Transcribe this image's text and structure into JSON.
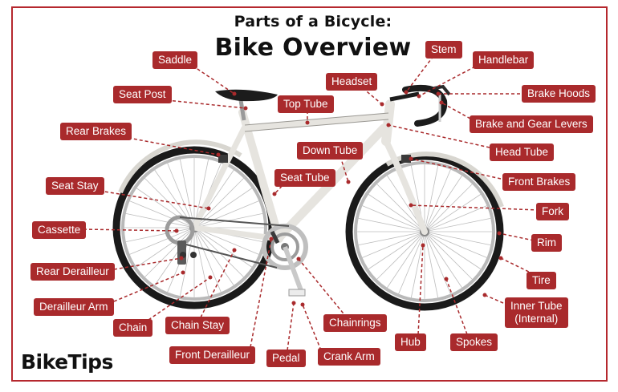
{
  "title_line1": "Parts of a Bicycle:",
  "title_line2": "Bike Overview",
  "brand": "BikeTips",
  "colors": {
    "label_bg": "#a92a2c",
    "border": "#b5282e",
    "leader": "#a92a2c",
    "frame_paint": "#e6e4df",
    "tire": "#1a1a1a"
  },
  "labels": {
    "saddle": "Saddle",
    "seat_post": "Seat Post",
    "rear_brakes": "Rear Brakes",
    "seat_stay": "Seat Stay",
    "cassette": "Cassette",
    "rear_derailleur": "Rear Derailleur",
    "derailleur_arm": "Derailleur Arm",
    "chain": "Chain",
    "chain_stay": "Chain Stay",
    "front_derailleur": "Front Derailleur",
    "pedal": "Pedal",
    "crank_arm": "Crank Arm",
    "chainrings": "Chainrings",
    "hub": "Hub",
    "spokes": "Spokes",
    "inner_tube": "Inner Tube",
    "inner_tube_note": "(Internal)",
    "tire": "Tire",
    "rim": "Rim",
    "fork": "Fork",
    "front_brakes": "Front Brakes",
    "head_tube": "Head Tube",
    "brake_gear_levers": "Brake and Gear Levers",
    "brake_hoods": "Brake Hoods",
    "handlebar": "Handlebar",
    "stem": "Stem",
    "headset": "Headset",
    "top_tube": "Top Tube",
    "down_tube": "Down Tube",
    "seat_tube": "Seat Tube"
  }
}
